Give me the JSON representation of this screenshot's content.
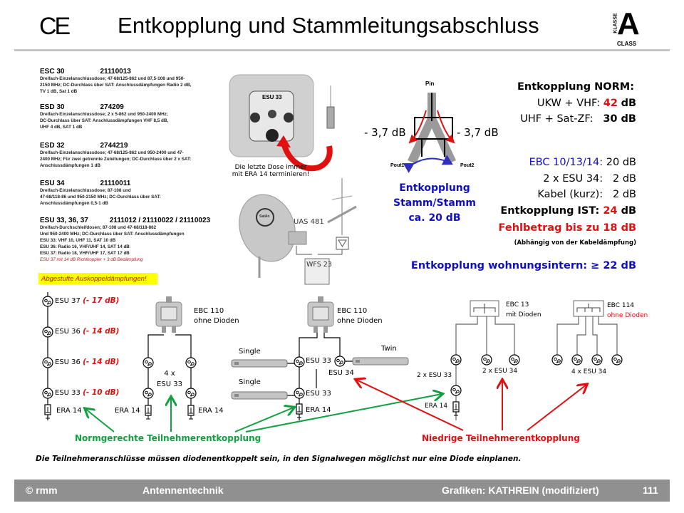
{
  "header": {
    "logo_ce": "CE",
    "title": "Entkopplung und Stammleitungsabschluss",
    "class_logo": {
      "letter": "A",
      "top": "KLASSE",
      "bottom": "CLASS"
    }
  },
  "specs": [
    {
      "name": "ESC 30",
      "number": "21110013",
      "lines": [
        "Dreifach-Einzelanschlussdose; 47-68/125-862 und 87,5-108 und 950-",
        "2150 MHz; DC-Durchlass über SAT: Anschlussdämpfungen  Radio 2 dB,",
        "TV 1 dB, Sat 1 dB"
      ]
    },
    {
      "name": "ESD 30",
      "number": "274209",
      "lines": [
        "Dreifach-Einzelanschlussdose;  2 x 5-862 und 950-2400 MHz;",
        "DC-Durchlass über SAT: Anschlussdämpfungen  VHF 8,5 dB,",
        "UHF 4 dB, SAT 1 dB"
      ]
    },
    {
      "name": "ESD 32",
      "number": "2744219",
      "lines": [
        "Dreifach-Einzelanschlussdose; 47-68/125-862 und 950-2400 und 47-",
        "2400 MHz; Für zwei getrennte Zuleitungen; DC-Durchlass über 2 x SAT:",
        "Anschlussdämpfungen  1 dB"
      ]
    },
    {
      "name": "ESU 34",
      "number": "21110011",
      "lines": [
        "Dreifach-Einzelanschlussdose;  87-108 und",
        "47-68/118-86 und 950-2150 MHz; DC-Durchlass über SAT:",
        "Anschlussdämpfungen  0,5-1 dB"
      ]
    },
    {
      "name": "ESU 33, 36, 37",
      "number": "2111012 / 21110022 / 21110023",
      "lines": [
        "Dreifach-Durchschleifdosen;  87-108 und 47-68/118-862",
        "Und 950-2400 MHz; DC-Durchlass über SAT: Anschlussdämpfungen",
        "ESU 33: VHF 10, UHF 11, SAT 10 dB",
        "ESU 36: Radio 16, VHF/UHF 14, SAT 14 dB",
        "ESU 37: Radio 18, VHF/UHF 17, SAT 17 dB"
      ],
      "note": "ESU 37 mit 14 dB Richtkoppler + 3 dB Bedämpfung"
    }
  ],
  "highlight": "Abgestufte Auskoppeldämpfungen!",
  "socket_caption": [
    "Die letzte Dose immer",
    "mit ERA 14  terminieren!"
  ],
  "socket_label": "ESU 33",
  "dish": {
    "label": "UAS 481",
    "brand": "SatAn",
    "switch": "WFS 23"
  },
  "splitter": {
    "pin": "Pin",
    "pout1": "Pout1",
    "pout2": "Pout2",
    "loss_left": "- 3,7 dB",
    "loss_right": "- 3,7 dB",
    "caption": [
      "Entkopplung",
      "Stamm/Stamm",
      "ca. 20 dB"
    ]
  },
  "norm": {
    "title": "Entkopplung NORM:",
    "rows": [
      {
        "label": "UKW + VHF:",
        "value": "42",
        "unit": "dB"
      },
      {
        "label": "UHF + Sat-ZF:",
        "value": "30 dB"
      }
    ]
  },
  "ist": {
    "rows": [
      {
        "label": "EBC 10/13/14:",
        "value": "20 dB"
      },
      {
        "label": "2 x ESU 34:",
        "value": "2 dB"
      },
      {
        "label": "Kabel (kurz):",
        "value": "2 dB"
      }
    ],
    "total_label": "Entkopplung IST:",
    "total_value": "24",
    "total_unit": "dB",
    "deficit": "Fehlbetrag bis zu 18 dB",
    "deficit_note": "(Abhängig von der Kabeldämpfung)",
    "internal": "Entkopplung wohnungsintern: ≥ 22 dB"
  },
  "chain": [
    {
      "label": "ESU 37",
      "db": "(- 17 dB)"
    },
    {
      "label": "ESU 36",
      "db": "(- 14 dB)"
    },
    {
      "label": "ESU 36",
      "db": "(- 14 dB)"
    },
    {
      "label": "ESU 33",
      "db": "(- 10 dB)"
    }
  ],
  "era": "ERA 14",
  "ebc110": {
    "name": "EBC 110",
    "sub": "ohne Dioden",
    "group": [
      "4 x",
      "ESU 33"
    ]
  },
  "ebc110b": {
    "name": "EBC 110",
    "sub": "ohne Dioden",
    "single": "Single",
    "twin": "Twin",
    "esu33": "ESU 33",
    "esu34": "ESU 34"
  },
  "ebc13": {
    "name": "EBC 13",
    "sub": "mit Dioden",
    "esu33": "2 x ESU 33",
    "esu34": "2 x ESU 34"
  },
  "ebc114": {
    "name": "EBC 114",
    "sub": "ohne Dioden",
    "esu34": "4 x ESU 34"
  },
  "legend": {
    "good": "Normgerechte Teilnehmerentkopplung",
    "bad": "Niedrige Teilnehmerentkopplung",
    "note": "Die Teilnehmeranschlüsse müssen diodenentkoppelt sein, in den Signalwegen möglichst nur eine Diode einplanen."
  },
  "footer": {
    "copyright": "© rmm",
    "topic": "Antennentechnik",
    "credit": "Grafiken: KATHREIN (modifiziert)",
    "page": "111"
  },
  "colors": {
    "red": "#e01010",
    "blue": "#1010c0",
    "green": "#10a040",
    "footer": "#909090"
  }
}
